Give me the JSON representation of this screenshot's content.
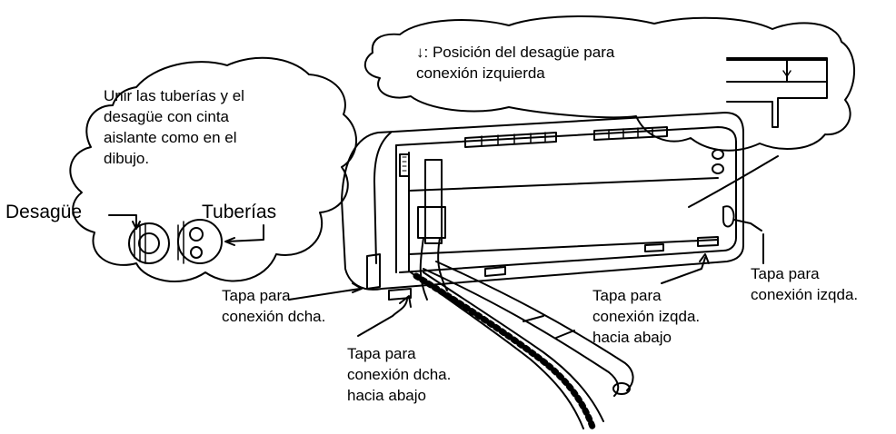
{
  "colors": {
    "ink": "#000000",
    "background": "#ffffff"
  },
  "labels": {
    "drain_position_note": "↓: Posición del desagüe para\nconexión izquierda",
    "instruction": "Unir las tuberías y el\ndesagüe con cinta\naislante como en el\ndibujo.",
    "drain": "Desagüe",
    "pipes": "Tuberías",
    "right_cap": "Tapa para\nconexión dcha.",
    "right_down_cap": "Tapa para\nconexión dcha.\nhacia abajo",
    "left_down_cap": "Tapa para\nconexión izqda.\nhacia abajo",
    "left_cap": "Tapa para\nconexión izqda."
  }
}
